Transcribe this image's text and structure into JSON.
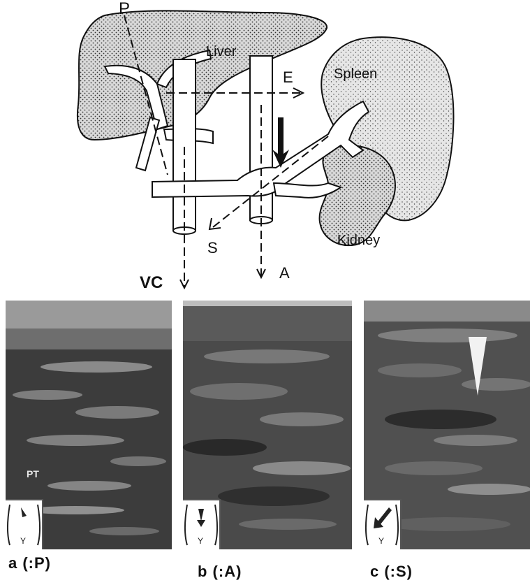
{
  "diagram": {
    "organs": {
      "liver": "Liver",
      "spleen": "Spleen",
      "kidney": "Kidney"
    },
    "scan_lines": {
      "p": "P",
      "e": "E",
      "s": "S",
      "a": "A",
      "vc": "VC"
    }
  },
  "panels": [
    {
      "caption": "a (:P)",
      "overlay_label": "PT",
      "probe_glyph": "Y"
    },
    {
      "caption": "b (:A)",
      "probe_glyph": "Y"
    },
    {
      "caption": "c (:S)",
      "probe_glyph": "Y"
    }
  ]
}
